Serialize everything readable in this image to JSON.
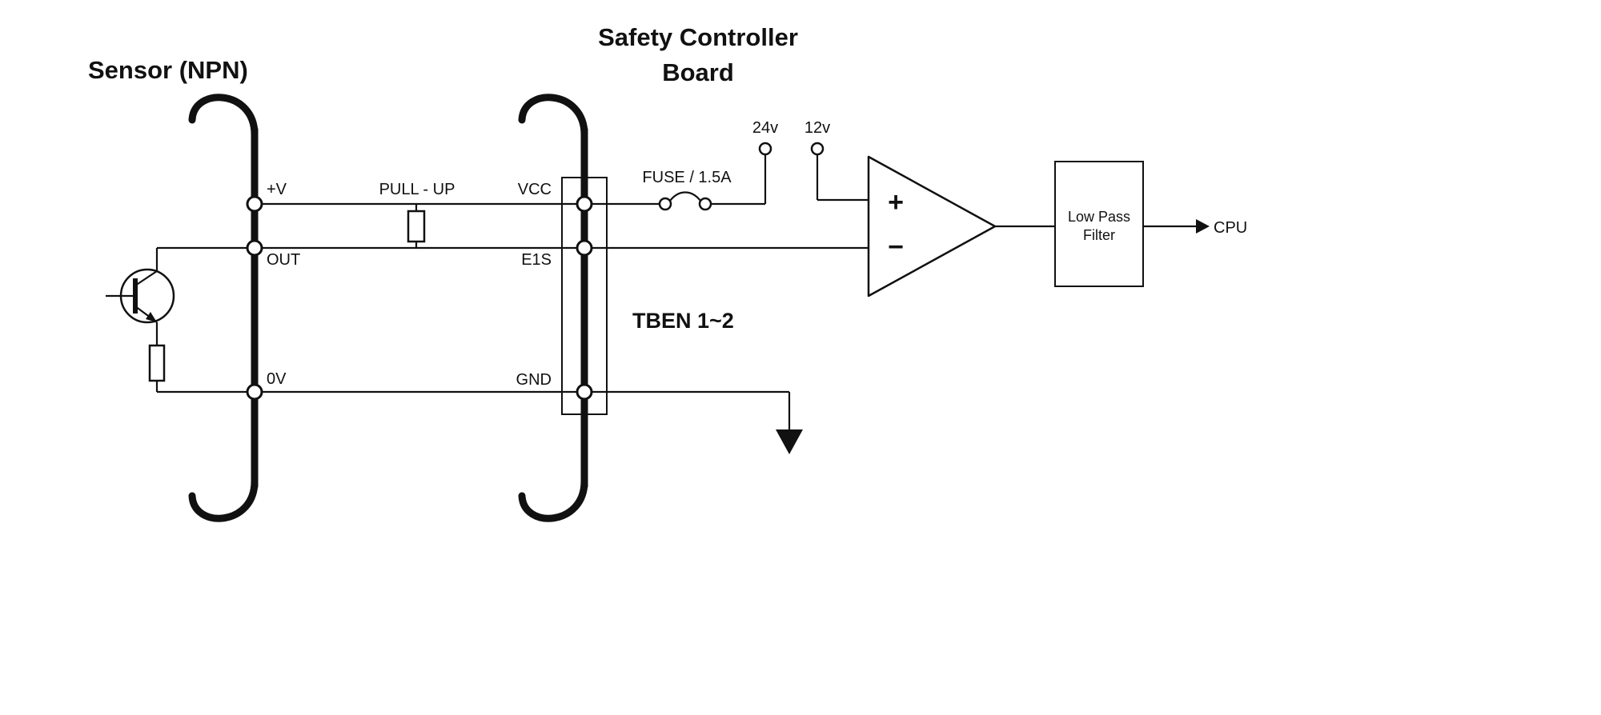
{
  "colors": {
    "ink": "#111111",
    "background": "#ffffff"
  },
  "sensor": {
    "title": "Sensor (NPN)",
    "pins": {
      "vplus": "+V",
      "out": "OUT",
      "zero_v": "0V"
    }
  },
  "controller": {
    "title_line1": "Safety Controller",
    "title_line2": "Board",
    "pins": {
      "vcc": "VCC",
      "e1s": "E1S",
      "gnd": "GND"
    },
    "tben": "TBEN 1~2"
  },
  "pullup": {
    "label": "PULL - UP"
  },
  "fuse": {
    "label": "FUSE / 1.5A"
  },
  "rails": {
    "v24": "24v",
    "v12": "12v"
  },
  "comparator": {
    "plus": "+",
    "minus": "−"
  },
  "lpf": {
    "line1": "Low Pass",
    "line2": "Filter"
  },
  "cpu": {
    "label": "CPU"
  }
}
